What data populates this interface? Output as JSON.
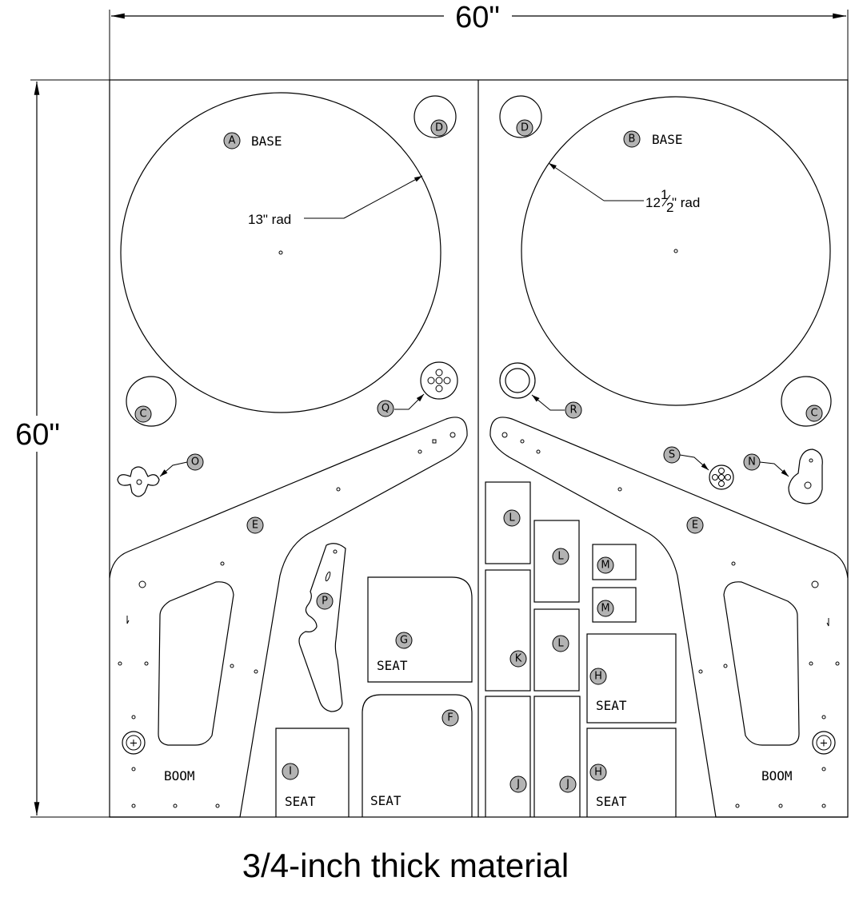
{
  "dimensions": {
    "width": "60\"",
    "height": "60\""
  },
  "caption": "3/4-inch thick material",
  "radius_labels": {
    "base_a": "13\" rad",
    "base_b_whole": "12",
    "base_b_frac_num": "1",
    "base_b_frac_den": "2",
    "base_b_suffix": "\" rad"
  },
  "labels": {
    "base": "BASE",
    "seat": "SEAT",
    "boom": "BOOM"
  },
  "parts": {
    "A": "A",
    "B": "B",
    "C": "C",
    "D": "D",
    "E": "E",
    "F": "F",
    "G": "G",
    "H": "H",
    "I": "I",
    "J": "J",
    "K": "K",
    "L": "L",
    "M": "M",
    "N": "N",
    "O": "O",
    "P": "P",
    "Q": "Q",
    "R": "R",
    "S": "S"
  },
  "colors": {
    "bubble_fill": "#b3b3b3",
    "line": "#000000"
  }
}
